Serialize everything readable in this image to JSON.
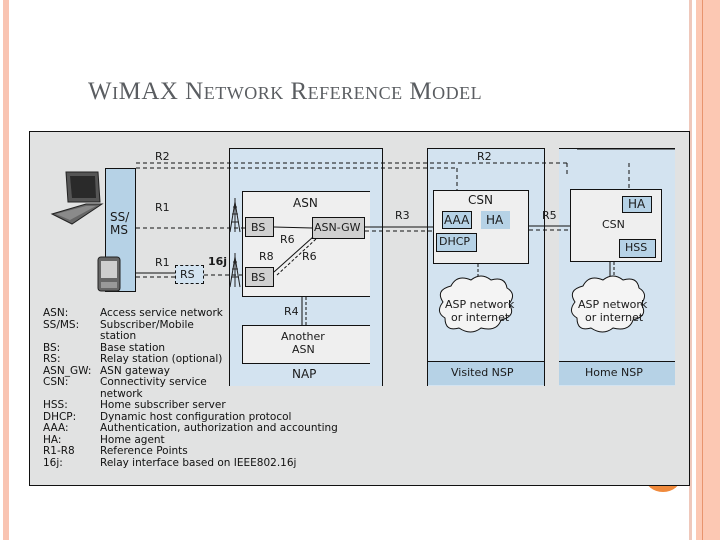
{
  "slide": {
    "title": "WiMAX Network Reference Model"
  },
  "diagram": {
    "ss_ms": "SS/\nMS",
    "ss_ms_line1": "SS/",
    "ss_ms_line2": "MS",
    "nap": {
      "label": "NAP",
      "asn": {
        "label": "ASN",
        "bs_top": "BS",
        "bs_bottom": "BS",
        "asn_gw": "ASN-GW"
      },
      "another_asn_line1": "Another",
      "another_asn_line2": "ASN"
    },
    "rs": "RS",
    "visited_nsp": {
      "label": "Visited NSP",
      "csn": "CSN",
      "aaa": "AAA",
      "ha": "HA",
      "dhcp": "DHCP",
      "cloud_line1": "ASP network",
      "cloud_line2": "or internet"
    },
    "home_nsp": {
      "label": "Home NSP",
      "csn": "CSN",
      "ha": "HA",
      "hss": "HSS",
      "cloud_line1": "ASP network",
      "cloud_line2": "or internet"
    },
    "reference_points": {
      "r2_left": "R2",
      "r2_visited": "R2",
      "r1_top": "R1",
      "r1_bottom": "R1",
      "j16": "16j",
      "r3": "R3",
      "r4": "R4",
      "r5": "R5",
      "r6_a": "R6",
      "r6_b": "R6",
      "r8": "R8"
    },
    "legend": [
      {
        "key": "ASN:",
        "value": "Access service network"
      },
      {
        "key": "SS/MS:",
        "value": "Subscriber/Mobile\nstation"
      },
      {
        "key": "BS:",
        "value": "Base station"
      },
      {
        "key": "RS:",
        "value": "Relay station (optional)"
      },
      {
        "key": "ASN_GW:",
        "value": "ASN gateway"
      },
      {
        "key": "CSN:",
        "value": "Connectivity service\nnetwork"
      },
      {
        "key": "HSS:",
        "value": "Home subscriber server"
      },
      {
        "key": "DHCP:",
        "value": "Dynamic host configuration protocol"
      },
      {
        "key": "AAA:",
        "value": "Authentication, authorization and accounting"
      },
      {
        "key": "HA:",
        "value": "Home agent"
      },
      {
        "key": "R1-R8",
        "value": "Reference Points"
      },
      {
        "key": "16j:",
        "value": "Relay interface based on IEEE802.16j"
      }
    ],
    "icons": [
      "laptop-icon",
      "pda-icon",
      "antenna-tower-icon",
      "cloud-icon"
    ]
  },
  "colors": {
    "stripe": "#f9c4b2",
    "figure_bg": "#e1e2e2",
    "region_blue": "#d3e3f0",
    "label_blue": "#b6d2e6",
    "inner_box": "#efefef",
    "title_text": "#5a5d61",
    "accent_orange": "#f08a3c"
  }
}
